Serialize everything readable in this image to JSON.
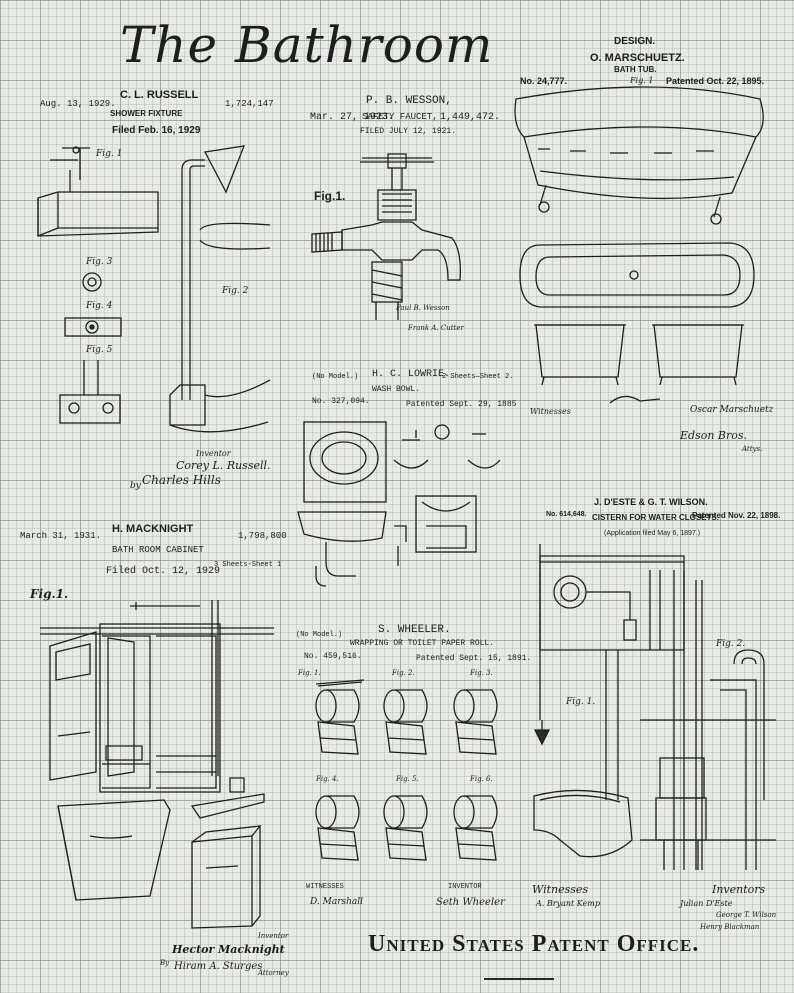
{
  "title": "The Bathroom",
  "footer": "United States Patent Office.",
  "russell": {
    "date": "Aug. 13, 1929.",
    "inventor": "C. L. RUSSELL",
    "number": "1,724,147",
    "subject": "SHOWER FIXTURE",
    "filed": "Filed Feb. 16, 1929",
    "figs": [
      "Fig. 1",
      "Fig. 2",
      "Fig. 3",
      "Fig. 4",
      "Fig. 5"
    ],
    "inventor_label": "Inventor",
    "signature": "Corey L. Russell.",
    "by": "by",
    "attorney_sig": "Charles Hills"
  },
  "wesson": {
    "date": "Mar. 27, 1923.",
    "inventor": "P. B. WESSON,",
    "number": "1,449,472.",
    "subject": "SAFETY FAUCET,",
    "filed": "FILED JULY 12, 1921.",
    "fig": "Fig.1.",
    "sig1": "Paul B. Wesson",
    "sig2": "Frank A. Cutter"
  },
  "marschuetz": {
    "design": "DESIGN.",
    "inventor": "O. MARSCHUETZ.",
    "subject": "BATH TUB.",
    "number": "No. 24,777.",
    "patented": "Patented Oct. 22, 1895.",
    "fig1": "Fig. 1",
    "witnesses": "Witnesses",
    "sig1": "Oscar Marschuetz",
    "sig2": "Edson Bros.",
    "attys": "Attys."
  },
  "lowrie": {
    "model": "(No Model.)",
    "inventor": "H. C. LOWRIE.",
    "sheets": "2 Sheets—Sheet 2.",
    "subject": "WASH BOWL.",
    "number": "No. 327,094.",
    "patented": "Patented Sept. 29, 1885"
  },
  "macknight": {
    "date": "March 31, 1931.",
    "inventor": "H. MACKNIGHT",
    "number": "1,798,800",
    "subject": "BATH ROOM CABINET",
    "filed": "Filed Oct. 12, 1929",
    "sheets": "3 Sheets-Sheet 1",
    "fig": "Fig.1.",
    "inventor_label": "Inventor",
    "signature": "Hector Macknight",
    "attorney_sig": "Hiram A. Sturges",
    "attorney_label": "Attorney",
    "by": "By"
  },
  "wheeler": {
    "model": "(No Model.)",
    "inventor": "S. WHEELER.",
    "subject": "WRAPPING OR TOILET PAPER ROLL.",
    "number": "No. 459,516.",
    "patented": "Patented Sept. 15, 1891.",
    "figs": [
      "Fig. 1.",
      "Fig. 2.",
      "Fig. 3.",
      "Fig. 4.",
      "Fig. 5.",
      "Fig. 6."
    ],
    "witnesses": "WITNESSES",
    "inventor_label": "INVENTOR",
    "sig1": "D. Marshall",
    "sig2": "Seth Wheeler"
  },
  "deste": {
    "inventors": "J. D'ESTE & G. T. WILSON.",
    "number": "No. 614,648.",
    "subject": "CISTERN FOR WATER CLOSETS.",
    "patented": "Patented Nov. 22, 1898.",
    "application": "(Application filed May 6, 1897.)",
    "fig1": "Fig. 1.",
    "fig2": "Fig. 2.",
    "witnesses": "Witnesses",
    "inventors_label": "Inventors",
    "sig1": "A. Bryant Kemp",
    "sig2": "Julian D'Este",
    "sig3": "George T. Wilson",
    "sig4": "Henry Blackman"
  }
}
